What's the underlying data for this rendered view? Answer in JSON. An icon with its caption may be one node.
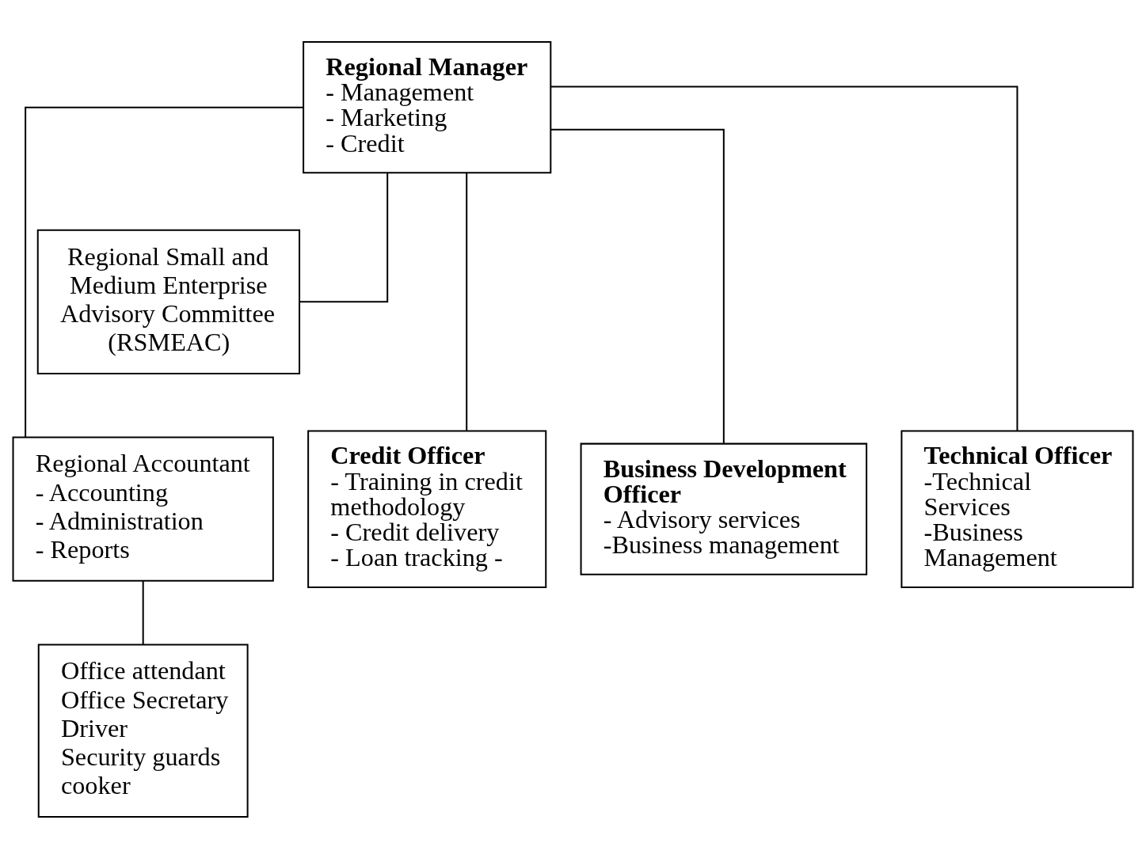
{
  "diagram": {
    "nodes": [
      {
        "text": [
          "Regional Manager",
          "- Management",
          "- Marketing",
          "- Credit"
        ]
      },
      {
        "text": [
          "Regional Small and Medium Enterprise Advisory Committee (RSMEAC)"
        ]
      },
      {
        "text": [
          "Regional Accountant",
          "- Accounting",
          "- Administration",
          "- Reports"
        ]
      },
      {
        "text": [
          "Credit Officer",
          "- Training in credit methodology",
          "- Credit delivery",
          "- Loan tracking -"
        ]
      },
      {
        "text": [
          "Business Development Officer",
          "- Advisory services",
          "-Business management"
        ]
      },
      {
        "text": [
          "Technical Officer",
          "-Technical Services",
          "-Business Management"
        ]
      },
      {
        "text": [
          "Office attendant",
          "Office Secretary",
          "Driver",
          "Security guards",
          "cooker"
        ]
      }
    ],
    "edges": [
      {
        "from": 0,
        "to": 1,
        "arrow": "none"
      },
      {
        "from": 0,
        "to": 2,
        "arrow": "none"
      },
      {
        "from": 0,
        "to": 3,
        "arrow": "none"
      },
      {
        "from": 0,
        "to": 4,
        "arrow": "none"
      },
      {
        "from": 0,
        "to": 5,
        "arrow": "none"
      },
      {
        "from": 2,
        "to": 6,
        "arrow": "none"
      }
    ]
  }
}
